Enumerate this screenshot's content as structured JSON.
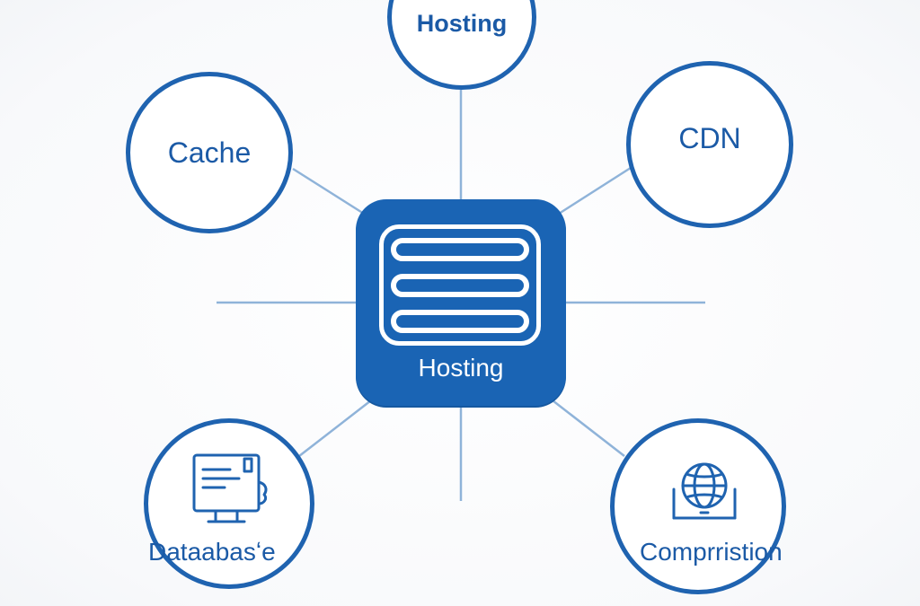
{
  "diagram": {
    "hub": {
      "label": "Hosting",
      "icon": "server-stack-icon"
    },
    "nodes": {
      "top": {
        "label": "Hosting"
      },
      "cache": {
        "label": "Cache"
      },
      "cdn": {
        "label": "CDN"
      },
      "database": {
        "label": "Dataabasʻe",
        "icon": "monitor-document-icon"
      },
      "compression": {
        "label": "Comprristion",
        "icon": "globe-icon"
      }
    },
    "colors": {
      "primary": "#1a64b4",
      "stroke": "#1f63b0",
      "connector": "#8fb3d9",
      "background": "#ffffff"
    }
  }
}
